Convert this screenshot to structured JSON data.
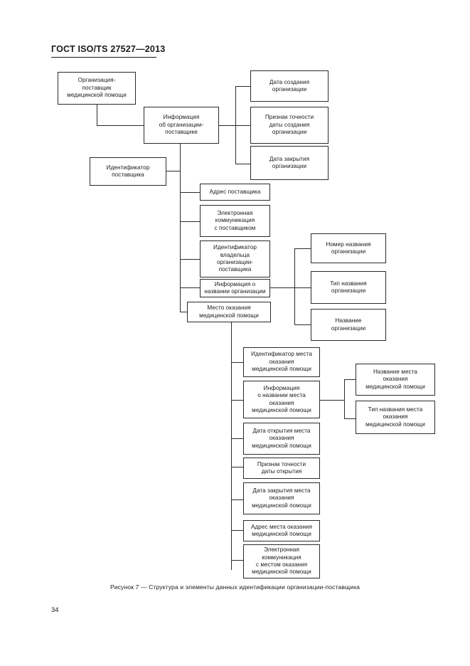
{
  "document": {
    "header": "ГОСТ ISO/TS 27527—2013",
    "page_number": "34",
    "figure_caption": "Рисунок  7 — Структура и элементы данных идентификации организации-поставщика"
  },
  "diagram": {
    "title": "Структура и элементы данных идентификации организации-поставщика",
    "nodes": [
      {
        "id": "org_provider",
        "label": "Организация-\nпоставщик\nмедицинской помощи"
      },
      {
        "id": "org_info",
        "label": "Информация\nоб организации-\nпоставщике"
      },
      {
        "id": "org_create_date",
        "label": "Дата создания\nорганизации"
      },
      {
        "id": "org_create_accuracy",
        "label": "Признак точности\nдаты создания\nорганизации"
      },
      {
        "id": "org_close_date",
        "label": "Дата закрытия\nорганизации"
      },
      {
        "id": "provider_id",
        "label": "Идентификатор\nпоставщика"
      },
      {
        "id": "provider_address",
        "label": "Адрес поставщика"
      },
      {
        "id": "provider_ecomm",
        "label": "Электронная\nкоммуникация\nс поставщиком"
      },
      {
        "id": "owner_id",
        "label": "Идентификатор\nвладельца\nорганизации-\nпоставщика"
      },
      {
        "id": "org_name_info",
        "label": "Информация о\nназвании организации"
      },
      {
        "id": "care_place",
        "label": "Место оказания\nмедицинской помощи"
      },
      {
        "id": "org_name_number",
        "label": "Номер названия\nорганизации"
      },
      {
        "id": "org_name_type",
        "label": "Тип названия\nорганизации"
      },
      {
        "id": "org_name",
        "label": "Название\nорганизации"
      },
      {
        "id": "place_id",
        "label": "Идентификатор места\nоказания\nмедицинской помощи"
      },
      {
        "id": "place_name_info",
        "label": "Информация\nо названии места\nоказания\nмедицинской помощи"
      },
      {
        "id": "place_open_date",
        "label": "Дата открытия места\nоказания\nмедицинской помощи"
      },
      {
        "id": "place_open_accuracy",
        "label": "Признак точности\nдаты открытия"
      },
      {
        "id": "place_close_date",
        "label": "Дата закрытия места\nоказания\nмедицинской помощи"
      },
      {
        "id": "place_address",
        "label": "Адрес места оказания\nмедицинской помощи"
      },
      {
        "id": "place_ecomm",
        "label": "Электронная\nкоммуникация\nс местом оказания\nмедицинской помощи"
      },
      {
        "id": "place_name",
        "label": "Название места\nоказания\nмедицинской помощи"
      },
      {
        "id": "place_name_type",
        "label": "Тип названия места\nоказания\nмедицинской помощи"
      }
    ],
    "colors": {
      "line": "#2b2b2b",
      "box_fill": "#ffffff",
      "text": "#1a1a1a"
    }
  }
}
